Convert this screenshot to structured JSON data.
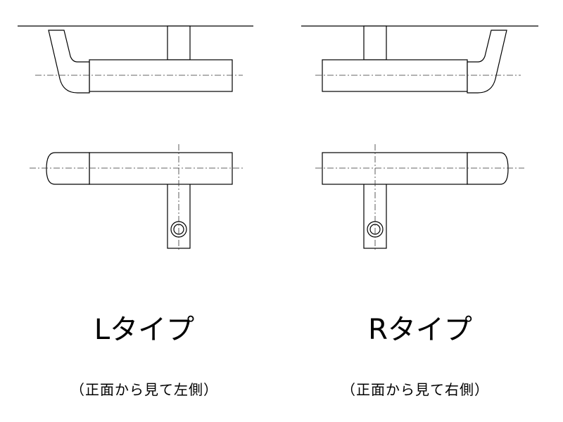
{
  "left": {
    "title": "Lタイプ",
    "note": "（正面から見て左側）"
  },
  "right": {
    "title": "Rタイプ",
    "note": "（正面から見て右側）"
  }
}
